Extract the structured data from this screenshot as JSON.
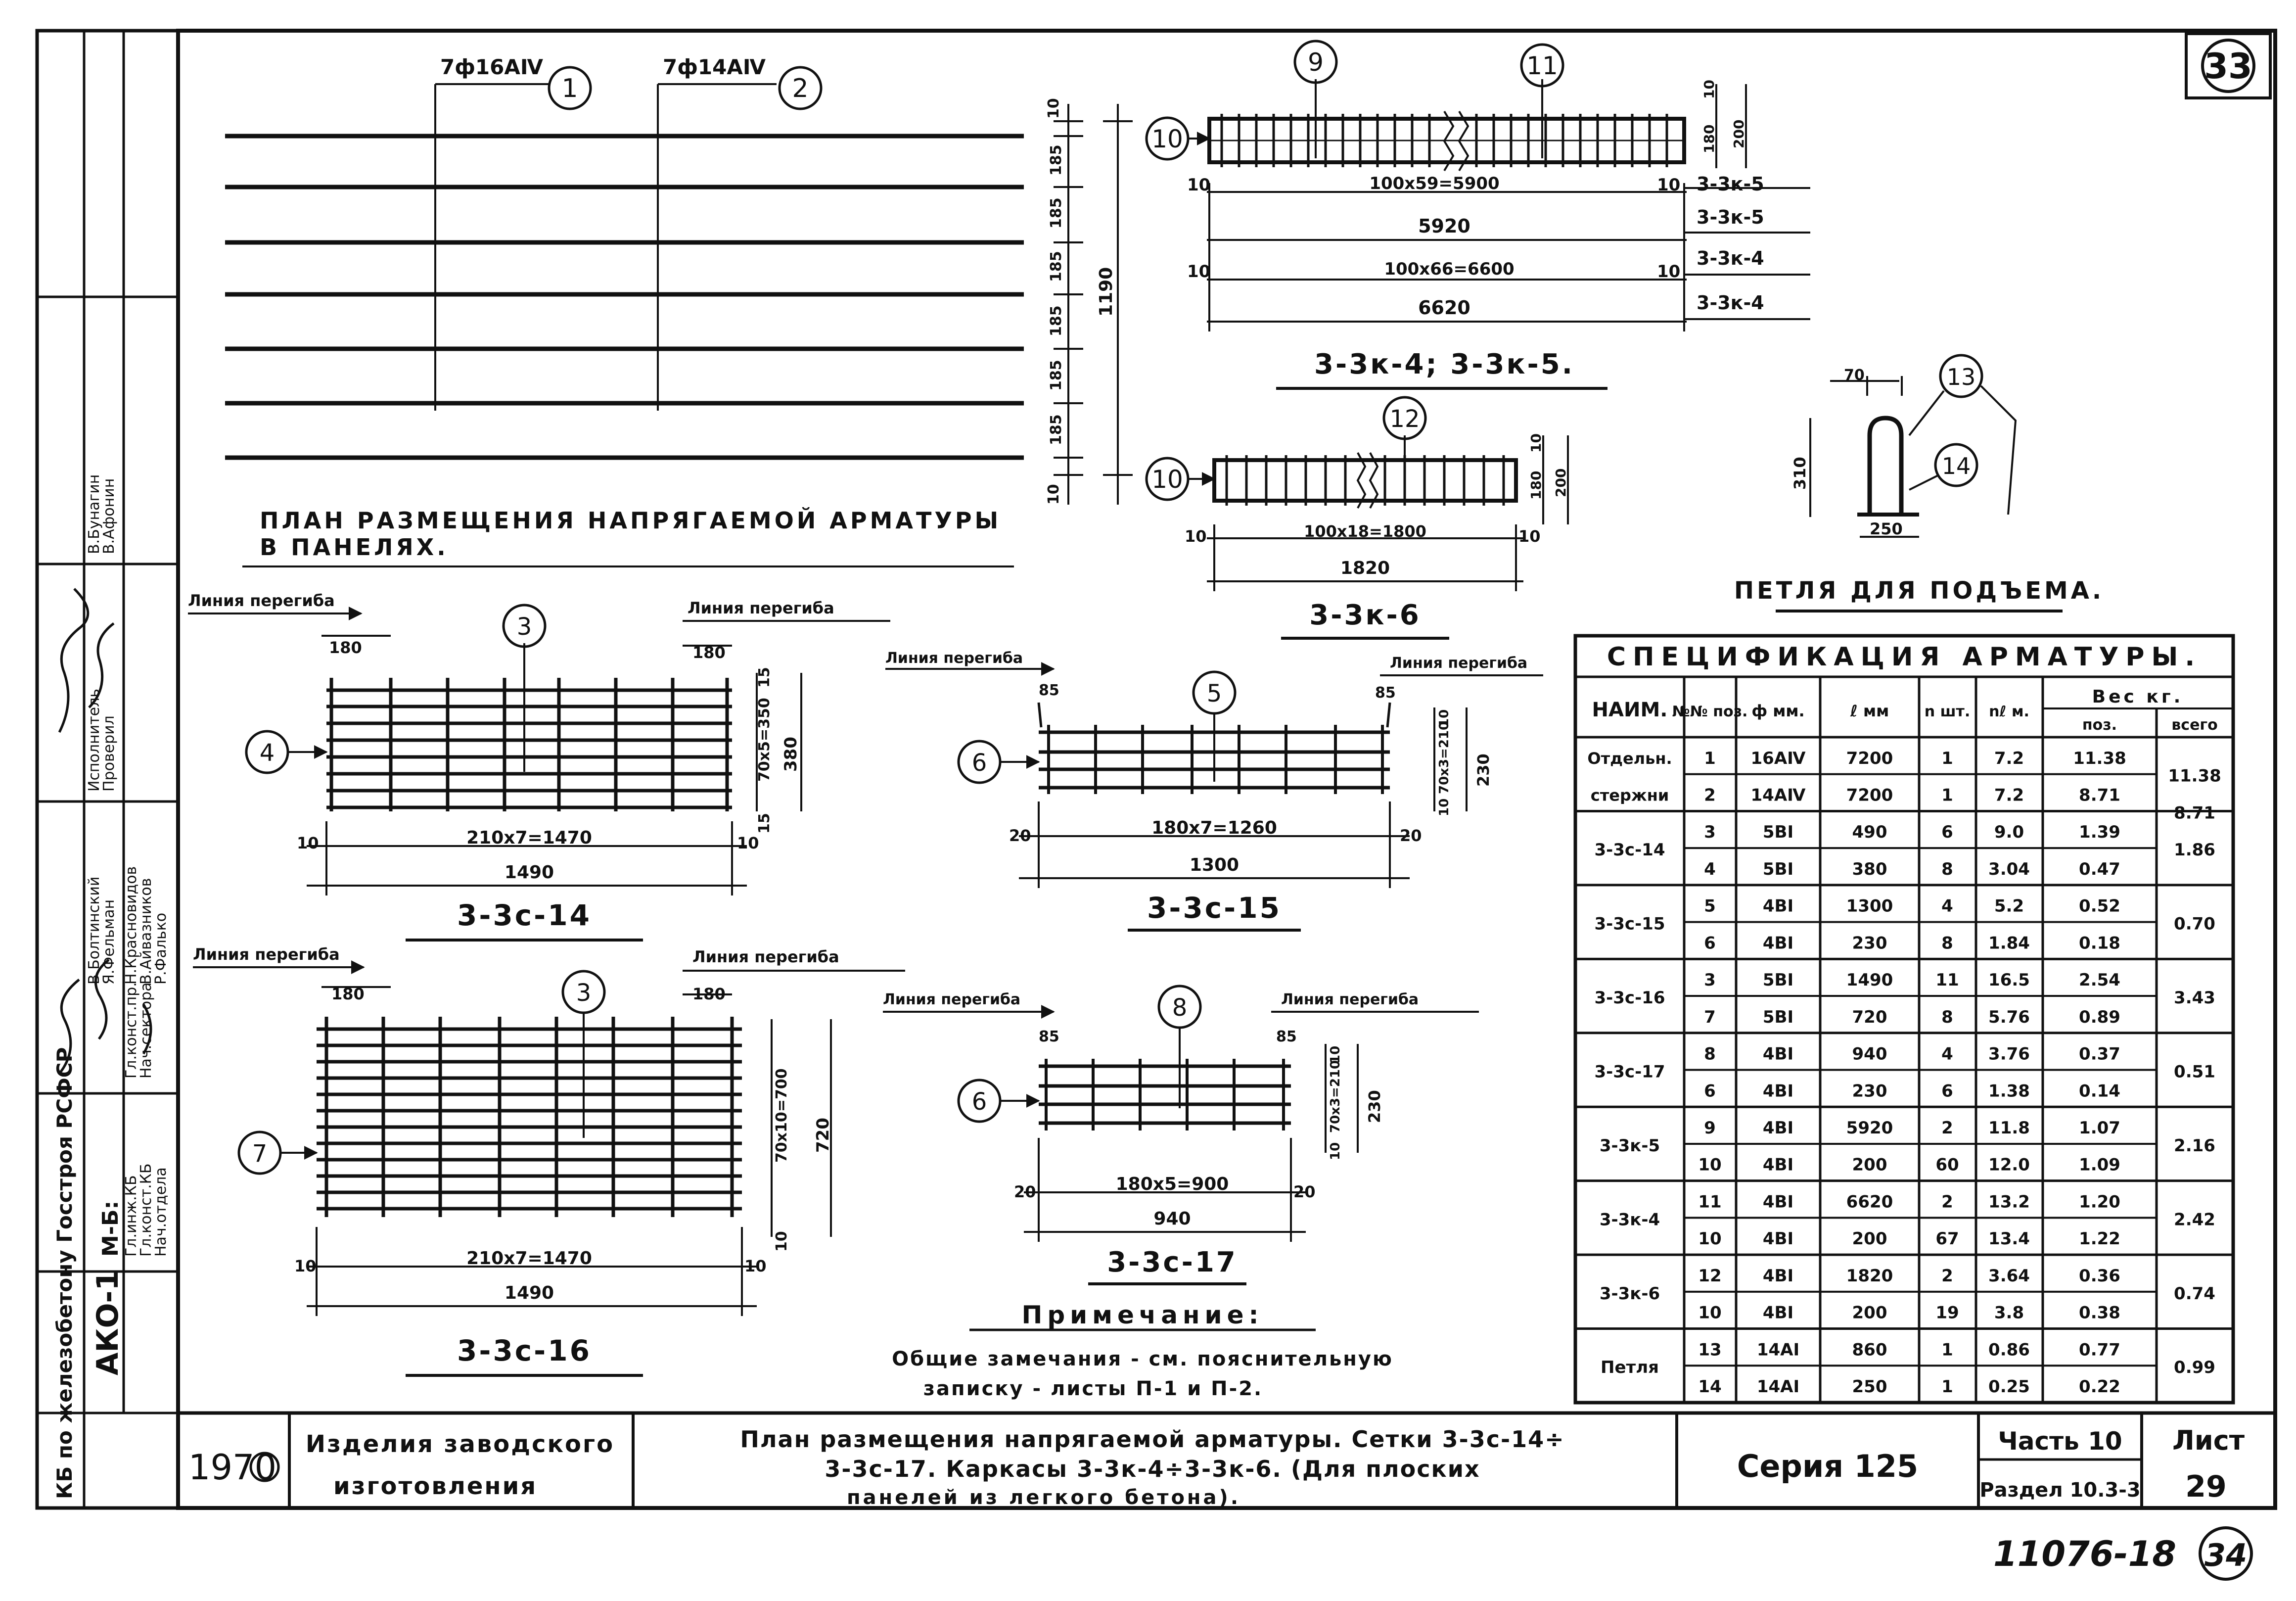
{
  "sheet_badge": "33",
  "handwritten_number": "11076-18",
  "circled_number": "34",
  "panel_plan": {
    "label_bar1": "7ф16АⅣ",
    "label_bar2": "7ф14АⅣ",
    "pos1": "1",
    "pos2": "2",
    "title_line1": "ПЛАН РАЗМЕЩЕНИЯ НАПРЯГАЕМОЙ АРМАТУРЫ",
    "title_line2": "В ПАНЕЛЯХ.",
    "dim_top": "10",
    "dims": [
      "185",
      "185",
      "185",
      "185",
      "185",
      "185"
    ],
    "dim_bottom": "10",
    "dim_total": "1190"
  },
  "karkas_45": {
    "pos_a": "9",
    "pos_b": "11",
    "pos_c": "10",
    "dim_right_top": "10",
    "dim_right_a": "180",
    "dim_right_b": "200",
    "row1_left": "10",
    "row1_mid": "100х59=5900",
    "row1_right": "10",
    "row1_tag": "3-3к-5",
    "row2_mid": "5920",
    "row2_tag": "3-3к-5",
    "row3_left": "10",
    "row3_mid": "100х66=6600",
    "row3_right": "10",
    "row3_tag": "3-3к-4",
    "row4_mid": "6620",
    "row4_tag": "3-3к-4",
    "title": "3-3к-4; 3-3к-5."
  },
  "karkas_6": {
    "pos_a": "12",
    "pos_c": "10",
    "dim_right_a": "10",
    "dim_right_b": "180",
    "dim_right_c": "200",
    "row1_left": "10",
    "row1_mid": "100х18=1800",
    "row1_right": "10",
    "row2_mid": "1820",
    "title": "3-3к-6"
  },
  "loop": {
    "pos_a": "13",
    "pos_b": "14",
    "dim_top": "70",
    "dim_height": "310",
    "dim_width": "250",
    "title": "ПЕТЛЯ ДЛЯ ПОДЪЕМА."
  },
  "setka_14": {
    "bend_left": "Линия перегиба",
    "bend_right": "Линия перегиба",
    "pos_top": "3",
    "pos_left": "4",
    "dim_180_left": "180",
    "dim_180_right": "180",
    "dim_right_top": "15",
    "dim_right_mid": "70х5=350",
    "dim_right_bottom": "15",
    "dim_right_total": "380",
    "dim_left": "10",
    "dim_mid": "210х7=1470",
    "dim_right": "10",
    "dim_total": "1490",
    "title": "3-3с-14"
  },
  "setka_15": {
    "bend_left": "Линия перегиба",
    "bend_right": "Линия перегиба",
    "pos_top": "5",
    "pos_left": "6",
    "dim_85_left": "85",
    "dim_85_right": "85",
    "dim_right_top": "10",
    "dim_right_mid": "70х3=210",
    "dim_right_bottom": "10",
    "dim_right_total": "230",
    "dim_left": "20",
    "dim_mid": "180х7=1260",
    "dim_right": "20",
    "dim_total": "1300",
    "title": "3-3с-15"
  },
  "setka_16": {
    "bend_left": "Линия перегиба",
    "bend_right": "Линия перегиба",
    "pos_top": "3",
    "pos_left": "7",
    "dim_180_left": "180",
    "dim_180_right": "180",
    "dim_right_mid": "70х10=700",
    "dim_right_total": "720",
    "dim_right_bottom": "10",
    "dim_left": "10",
    "dim_mid": "210х7=1470",
    "dim_right": "10",
    "dim_total": "1490",
    "title": "3-3с-16"
  },
  "setka_17": {
    "bend_left": "Линия перегиба",
    "bend_right": "Линия перегиба",
    "pos_top": "8",
    "pos_left": "6",
    "dim_85_left": "85",
    "dim_85_right": "85",
    "dim_right_top": "10",
    "dim_right_mid": "70х3=210",
    "dim_right_bottom": "10",
    "dim_right_total": "230",
    "dim_left": "20",
    "dim_mid": "180х5=900",
    "dim_right": "20",
    "dim_total": "940",
    "title": "3-3с-17"
  },
  "note": {
    "heading": "Примечание:",
    "line1": "Общие замечания - см. пояснительную",
    "line2": "записку - листы П-1 и П-2."
  },
  "spec": {
    "title": "СПЕЦИФИКАЦИЯ АРМАТУРЫ.",
    "headers": {
      "name": "НАИМ.",
      "pos": "№№ поз.",
      "dia": "ф мм.",
      "len": "ℓ мм",
      "n": "n шт.",
      "nl": "nℓ м.",
      "weight": "Вес кг.",
      "w_pos": "поз.",
      "w_all": "всего"
    },
    "rows": [
      [
        "Отдельн.",
        "1",
        "16АⅣ",
        "7200",
        "1",
        "7.2",
        "11.38",
        "11.38"
      ],
      [
        "стержни",
        "2",
        "14АⅣ",
        "7200",
        "1",
        "7.2",
        "8.71",
        "8.71"
      ],
      [
        "3-3с-14",
        "3",
        "5ВⅠ",
        "490",
        "6",
        "9.0",
        "1.39",
        "1.86"
      ],
      [
        "",
        "4",
        "5ВⅠ",
        "380",
        "8",
        "3.04",
        "0.47",
        ""
      ],
      [
        "3-3с-15",
        "5",
        "4ВⅠ",
        "1300",
        "4",
        "5.2",
        "0.52",
        "0.70"
      ],
      [
        "",
        "6",
        "4ВⅠ",
        "230",
        "8",
        "1.84",
        "0.18",
        ""
      ],
      [
        "3-3с-16",
        "3",
        "5ВⅠ",
        "1490",
        "11",
        "16.5",
        "2.54",
        "3.43"
      ],
      [
        "",
        "7",
        "5ВⅠ",
        "720",
        "8",
        "5.76",
        "0.89",
        ""
      ],
      [
        "3-3с-17",
        "8",
        "4ВⅠ",
        "940",
        "4",
        "3.76",
        "0.37",
        "0.51"
      ],
      [
        "",
        "6",
        "4ВⅠ",
        "230",
        "6",
        "1.38",
        "0.14",
        ""
      ],
      [
        "3-3к-5",
        "9",
        "4ВⅠ",
        "5920",
        "2",
        "11.8",
        "1.07",
        "2.16"
      ],
      [
        "",
        "10",
        "4ВⅠ",
        "200",
        "60",
        "12.0",
        "1.09",
        ""
      ],
      [
        "3-3к-4",
        "11",
        "4ВⅠ",
        "6620",
        "2",
        "13.2",
        "1.20",
        "2.42"
      ],
      [
        "",
        "10",
        "4ВⅠ",
        "200",
        "67",
        "13.4",
        "1.22",
        ""
      ],
      [
        "3-3к-6",
        "12",
        "4ВⅠ",
        "1820",
        "2",
        "3.64",
        "0.36",
        "0.74"
      ],
      [
        "",
        "10",
        "4ВⅠ",
        "200",
        "19",
        "3.8",
        "0.38",
        ""
      ],
      [
        "Петля",
        "13",
        "14АⅠ",
        "860",
        "1",
        "0.86",
        "0.77",
        "0.99"
      ],
      [
        "",
        "14",
        "14АⅠ",
        "250",
        "1",
        "0.25",
        "0.22",
        ""
      ]
    ]
  },
  "title_block": {
    "year": "1970",
    "category_line1": "Изделия заводского",
    "category_line2": "изготовления",
    "desc_line1": "План размещения напрягаемой арматуры. Сетки 3-3с-14÷",
    "desc_line2": "3-3с-17. Каркасы 3-3к-4÷3-3к-6. (Для плоских",
    "desc_line3": "панелей из легкого бетона).",
    "series": "Серия 125",
    "part": "Часть 10",
    "section": "Раздел 10.3-3",
    "sheet_label": "Лист",
    "sheet_no": "29"
  },
  "side_stamp": {
    "org": "КБ по железобетону Госстроя РСФСР",
    "code": "АКО-1",
    "scale": "М-Б:",
    "roles": [
      "Гл.инж.КБ",
      "Гл.конст.КБ",
      "Нач.отдела",
      "Гл.конст.пр.",
      "Нач.сектора"
    ],
    "names_a": [
      "В.Болтинский",
      "Я.Фельман",
      "Н.Красновидов",
      "В.Айвазников",
      "Р.Фалько"
    ],
    "roles_b": [
      "Исполнитель",
      "Проверил"
    ],
    "names_b": [
      "В.Бунагин",
      "В.Афонин"
    ]
  }
}
